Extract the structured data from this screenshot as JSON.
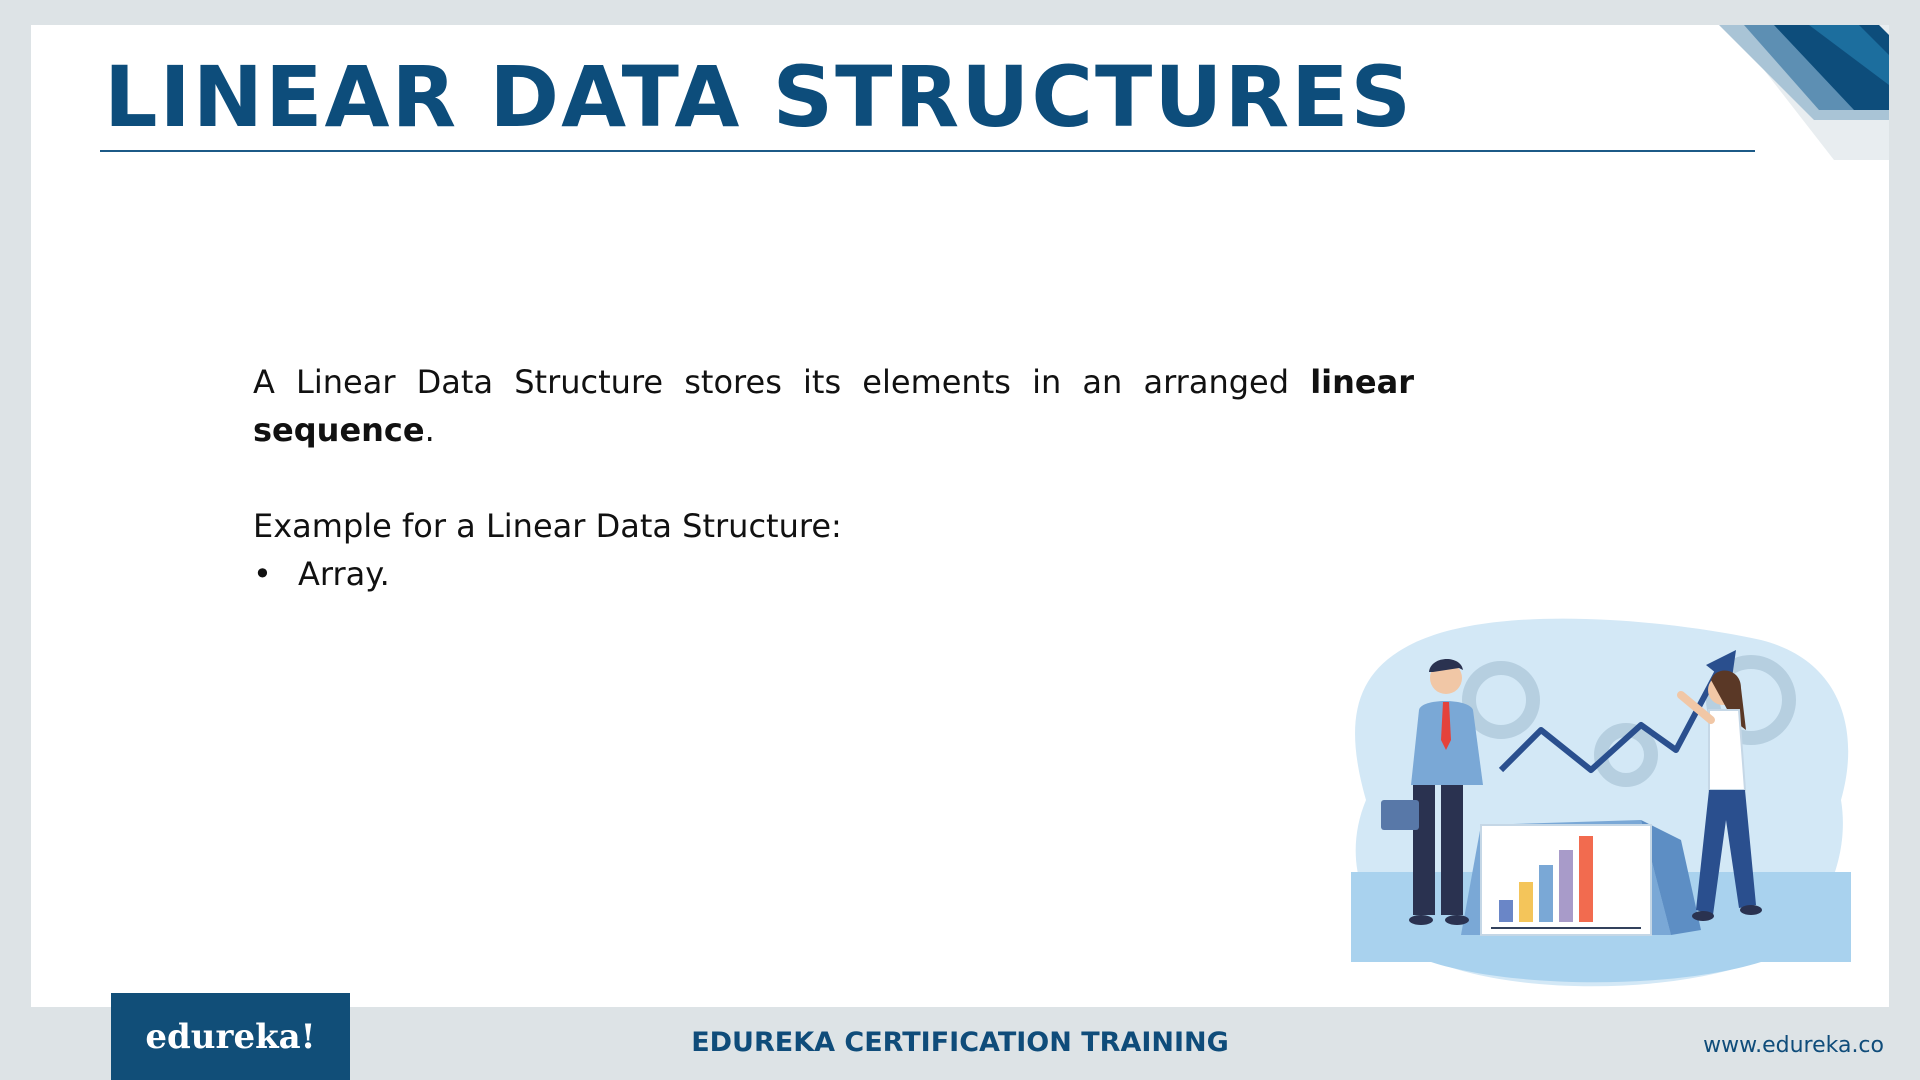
{
  "slide": {
    "title": "LINEAR DATA STRUCTURES",
    "paragraph": {
      "part1": "A Linear Data Structure stores its elements in an arranged ",
      "bold": "linear sequence",
      "part2": "."
    },
    "example_label": "Example for a Linear Data Structure:",
    "bullets": [
      {
        "marker": "•",
        "text": "Array."
      }
    ]
  },
  "footer": {
    "logo_text": "edureka!",
    "center_text": "EDUREKA CERTIFICATION TRAINING",
    "website": "www.edureka.co"
  },
  "colors": {
    "title_blue": "#0d4d7b",
    "footer_blue": "#114e78",
    "slide_bg": "#ffffff",
    "page_bg": "#dde3e6"
  },
  "icons": {
    "corner": "corner-stripes-graphic",
    "illustration": "business-growth-illustration"
  }
}
